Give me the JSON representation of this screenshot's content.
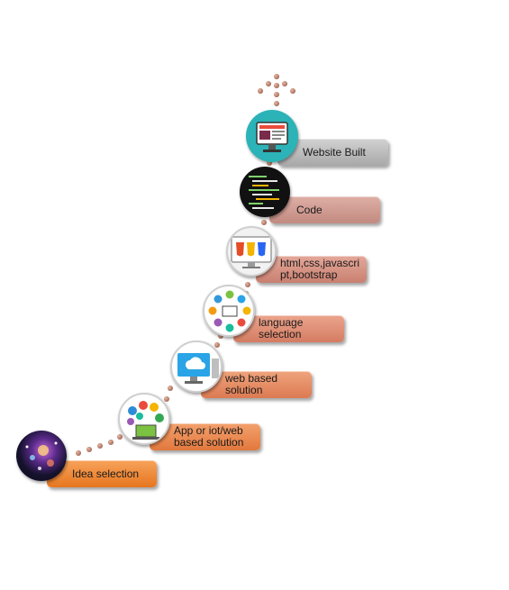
{
  "steps": [
    {
      "label": "Idea selection",
      "color_top": "#f7a35b",
      "color_bottom": "#e6761f",
      "icon": "galaxy-icon"
    },
    {
      "label": "App or iot/web based solution",
      "color_top": "#f3a16d",
      "color_bottom": "#e2783d",
      "icon": "app-network-icon"
    },
    {
      "label": "web based solution",
      "color_top": "#efa47c",
      "color_bottom": "#dc7a52",
      "icon": "cloud-computer-icon"
    },
    {
      "label": "language selection",
      "color_top": "#eba58d",
      "color_bottom": "#d47c62",
      "icon": "tech-cycle-icon"
    },
    {
      "label": "html,css,javascript,bootstrap",
      "color_top": "#e4a89a",
      "color_bottom": "#c98070",
      "icon": "html-css-js-icon"
    },
    {
      "label": "Code",
      "color_top": "#deafa6",
      "color_bottom": "#c28a80",
      "icon": "code-screen-icon"
    },
    {
      "label": "Website Built",
      "color_top": "#d2d2d2",
      "color_bottom": "#a8a8a8",
      "icon": "website-monitor-icon"
    }
  ]
}
